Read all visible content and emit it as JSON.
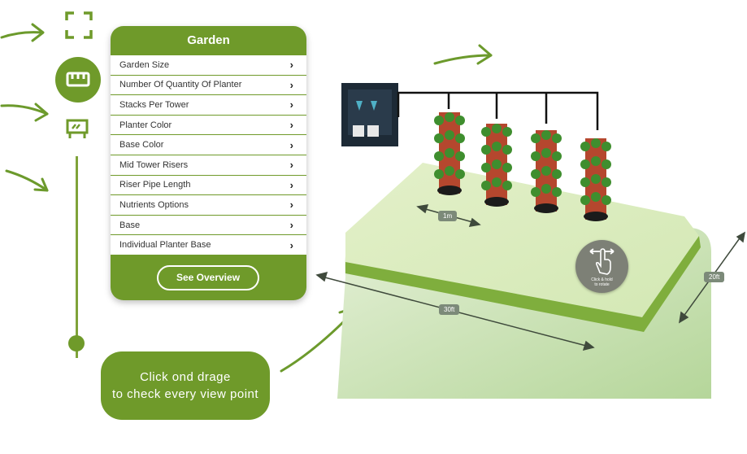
{
  "panel": {
    "title": "Garden",
    "items": [
      {
        "label": "Garden Size"
      },
      {
        "label": "Number Of Quantity Of Planter"
      },
      {
        "label": "Stacks Per Tower"
      },
      {
        "label": "Planter Color"
      },
      {
        "label": "Base Color"
      },
      {
        "label": "Mid Tower Risers"
      },
      {
        "label": "Riser Pipe Length"
      },
      {
        "label": "Nutrients Options"
      },
      {
        "label": "Base"
      },
      {
        "label": "Individual Planter Base"
      }
    ],
    "chevron": "›",
    "overview_label": "See Overview"
  },
  "callout": {
    "line1": "Click ond drage",
    "line2": "to check every view point"
  },
  "scene": {
    "dim_1m": "1m",
    "dim_30ft": "30ft",
    "dim_20ft": "20ft",
    "rotate_line1": "Click & hold",
    "rotate_line2": "to rotate"
  },
  "colors": {
    "brand_green": "#6f9a2a",
    "arrow_green": "#6c9a2c",
    "base_green": "#cfe3b3"
  },
  "icons": {
    "fullscreen": "fullscreen-icon",
    "ruler": "ruler-icon",
    "planter": "planter-icon"
  }
}
